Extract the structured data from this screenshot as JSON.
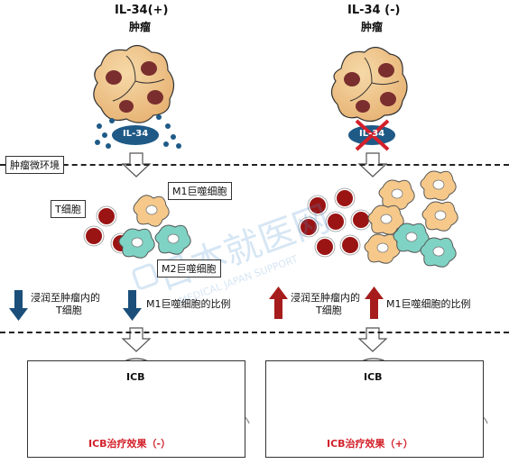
{
  "left_tumor": {
    "title": "IL-34(+)",
    "subtitle": "肿瘤",
    "badge": "IL-34"
  },
  "right_tumor": {
    "title": "IL-34 (-)",
    "subtitle": "肿瘤",
    "badge": "IL-34"
  },
  "microenv_label": "肿瘤微环境",
  "labels": {
    "t_cell": "T细胞",
    "m1": "M1巨噬细胞",
    "m2": "M2巨噬细胞"
  },
  "left_indicators": {
    "infiltration": "浸润至肿瘤内的",
    "infiltration2": "T细胞",
    "m1_ratio": "M1巨噬细胞的比例"
  },
  "right_indicators": {
    "infiltration": "浸润至肿瘤内的",
    "infiltration2": "T细胞",
    "m1_ratio": "M1巨噬细胞的比例"
  },
  "icb": {
    "left": "ICB",
    "right": "ICB"
  },
  "effects": {
    "left": "ICB治疗效果（-）",
    "right": "ICB治疗效果（+）"
  },
  "watermark": {
    "cn": "日本就医网",
    "en": "MEDICAL JAPAN SUPPORT"
  },
  "colors": {
    "down_arrow": "#1b4f7a",
    "up_arrow": "#a61c1c",
    "effect_text": "#d3202a",
    "badge": "#1f5a87"
  }
}
